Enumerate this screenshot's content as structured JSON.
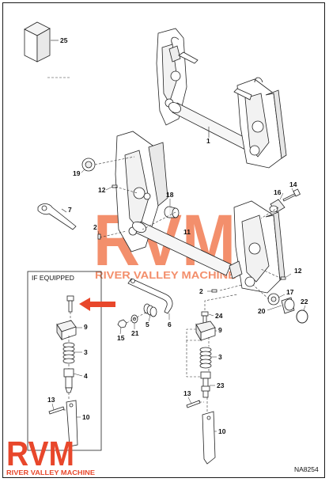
{
  "callouts": {
    "c25": "25",
    "c1": "1",
    "c19": "19",
    "c12a": "12",
    "c18": "18",
    "c14": "14",
    "c16": "16",
    "c7": "7",
    "c2a": "2",
    "c11": "11",
    "c12b": "12",
    "c17": "17",
    "c2b": "2",
    "c22": "22",
    "c20": "20",
    "c6": "6",
    "c24": "24",
    "c15": "15",
    "c21": "21",
    "c5": "5",
    "c9a": "9",
    "c3a": "3",
    "c4": "4",
    "c13a": "13",
    "c10a": "10",
    "c9b": "9",
    "c3b": "3",
    "c23": "23",
    "c13b": "13",
    "c10b": "10"
  },
  "inset": {
    "label": "IF EQUIPPED"
  },
  "document_number": "NA8254",
  "watermark": {
    "mark": "RVM",
    "text": "RIVER VALLEY MACHINE"
  },
  "logo": {
    "mark": "RVM",
    "text": "RIVER VALLEY MACHINE"
  },
  "colors": {
    "watermark": "#f06a3c",
    "logo": "#e8472b",
    "arrow": "#e8472b",
    "line": "#222222"
  }
}
